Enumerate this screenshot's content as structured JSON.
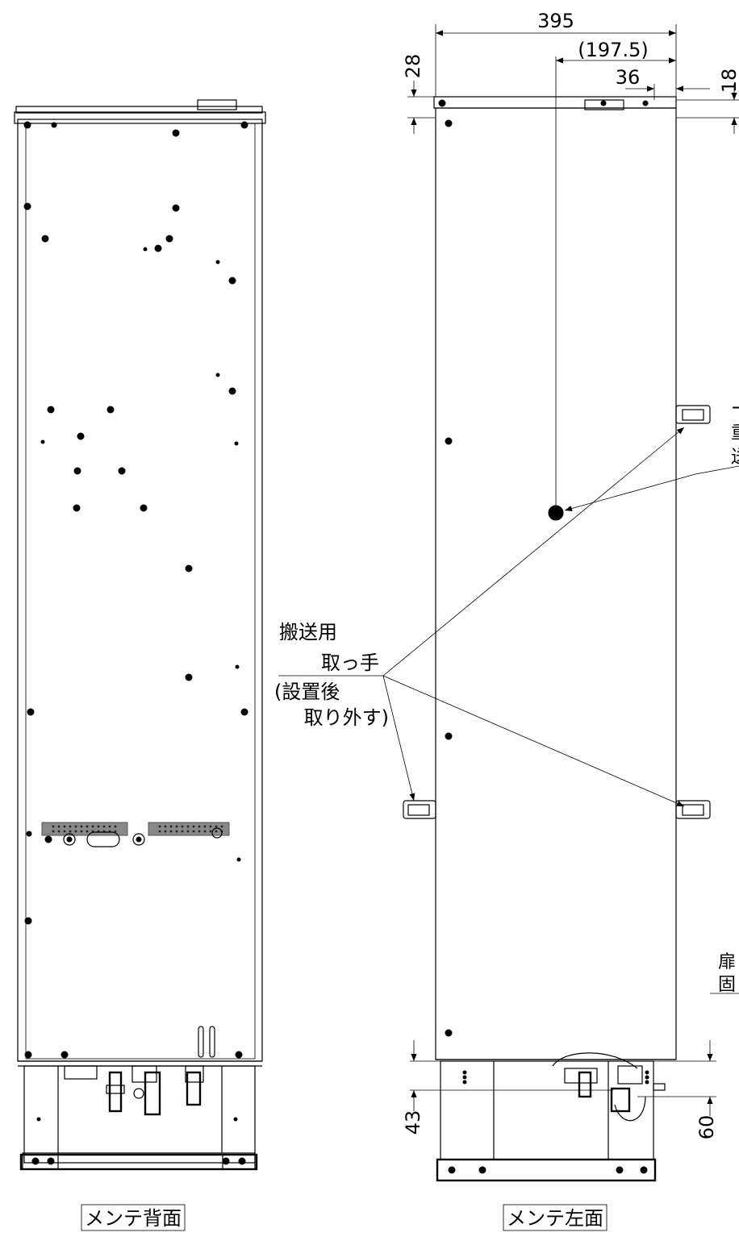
{
  "views": {
    "back_caption": "メンテ背面",
    "left_caption": "メンテ左面"
  },
  "dimensions": {
    "overall_width": "395",
    "half_width": "(197.5)",
    "offset_36": "36",
    "top_18": "18",
    "top_28": "28",
    "bottom_43": "43",
    "bottom_60": "60"
  },
  "callouts": {
    "handle_line1": "搬送用",
    "handle_line2": "取っ手",
    "handle_line3": "(設置後",
    "handle_line4": "取り外す)",
    "right_cut_1a": "ー",
    "right_cut_1b": "重",
    "right_cut_2": "送",
    "right_cut_3a": "扉",
    "right_cut_3b": "固"
  }
}
